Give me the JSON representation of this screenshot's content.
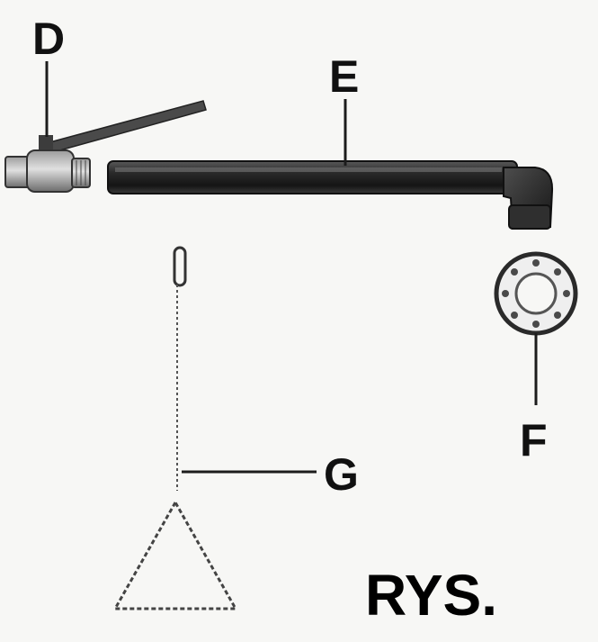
{
  "labels": {
    "d": "D",
    "e": "E",
    "f": "F",
    "g": "G",
    "caption": "RYS."
  },
  "colors": {
    "background": "#f7f7f5",
    "ink": "#111111",
    "pipe_dark": "#1f1f1f",
    "metal_light": "#d8d8d8"
  }
}
